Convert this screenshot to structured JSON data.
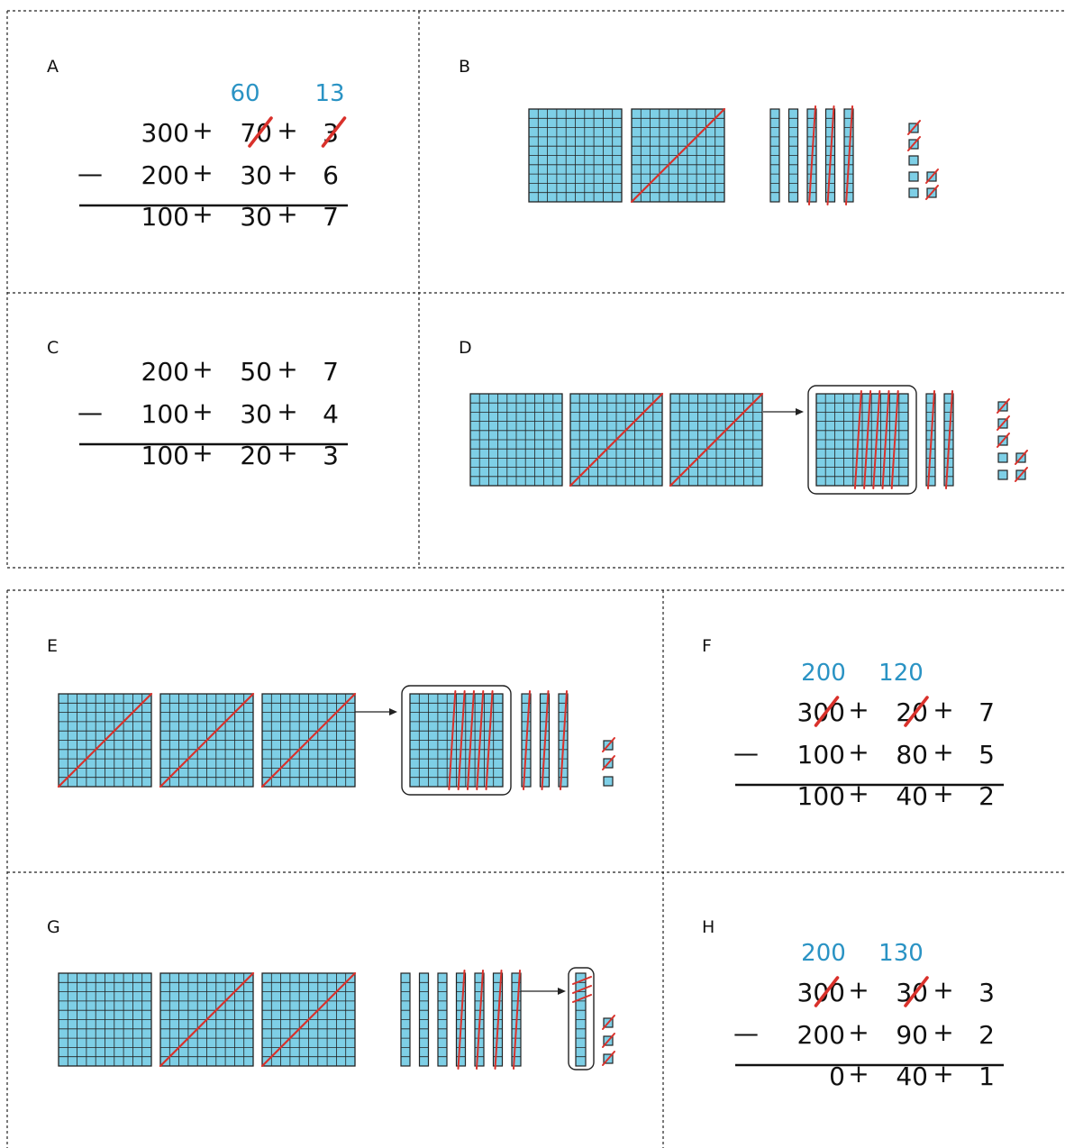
{
  "colors": {
    "block_fill": "#7ecfe6",
    "grid_line": "#222222",
    "strike": "#d9312b",
    "carry_text": "#2a93c4",
    "text": "#111111"
  },
  "cards": [
    {
      "label": "A",
      "type": "equation",
      "carries": [
        {
          "col": "tens",
          "text": "60"
        },
        {
          "col": "ones",
          "text": "13"
        }
      ],
      "rows": [
        {
          "h": "300",
          "t": "70",
          "o": "3",
          "strike": [
            "t",
            "o"
          ]
        },
        {
          "minus": true,
          "h": "200",
          "t": "30",
          "o": "6"
        },
        {
          "h": "100",
          "t": "30",
          "o": "7"
        }
      ]
    },
    {
      "label": "B",
      "type": "blocks",
      "hundreds": [
        0,
        1
      ],
      "tens": [
        0,
        0,
        1,
        1,
        1
      ],
      "ones_columns": [
        [
          1,
          1,
          0,
          0,
          0
        ],
        [
          1,
          1
        ]
      ]
    },
    {
      "label": "C",
      "type": "equation",
      "carries": [],
      "rows": [
        {
          "h": "200",
          "t": "50",
          "o": "7"
        },
        {
          "minus": true,
          "h": "100",
          "t": "30",
          "o": "4"
        },
        {
          "h": "100",
          "t": "20",
          "o": "3"
        }
      ]
    },
    {
      "label": "D",
      "type": "blocks",
      "hundreds": [
        0,
        1,
        1
      ],
      "regroup_ten_strikes": 5,
      "tens": [
        1,
        1
      ],
      "ones_columns": [
        [
          1,
          1,
          1,
          0,
          0
        ],
        [
          1,
          1
        ]
      ]
    },
    {
      "label": "E",
      "type": "blocks",
      "hundreds": [
        1,
        1,
        1
      ],
      "regroup_ten_strikes": 5,
      "tens": [
        1,
        1,
        1
      ],
      "ones_columns": [
        [
          1,
          1,
          0
        ]
      ]
    },
    {
      "label": "F",
      "type": "equation",
      "carries": [
        {
          "col": "hundreds",
          "text": "200"
        },
        {
          "col": "tens",
          "text": "120"
        }
      ],
      "rows": [
        {
          "h": "300",
          "t": "20",
          "o": "7",
          "strike": [
            "h",
            "t"
          ]
        },
        {
          "minus": true,
          "h": "100",
          "t": "80",
          "o": "5"
        },
        {
          "h": "100",
          "t": "40",
          "o": "2"
        }
      ]
    },
    {
      "label": "G",
      "type": "blocks",
      "hundreds": [
        0,
        1,
        1
      ],
      "tens": [
        0,
        0,
        0,
        1,
        1,
        1,
        1
      ],
      "regroup_one_strikes": 3,
      "ones_columns": [
        [
          1,
          1,
          1
        ]
      ]
    },
    {
      "label": "H",
      "type": "equation",
      "carries": [
        {
          "col": "hundreds",
          "text": "200"
        },
        {
          "col": "tens",
          "text": "130"
        }
      ],
      "rows": [
        {
          "h": "300",
          "t": "30",
          "o": "3",
          "strike": [
            "h",
            "t"
          ]
        },
        {
          "minus": true,
          "h": "200",
          "t": "90",
          "o": "2"
        },
        {
          "h": "0",
          "t": "40",
          "o": "1"
        }
      ]
    }
  ],
  "symbols": {
    "plus": "+",
    "minus": "—"
  }
}
